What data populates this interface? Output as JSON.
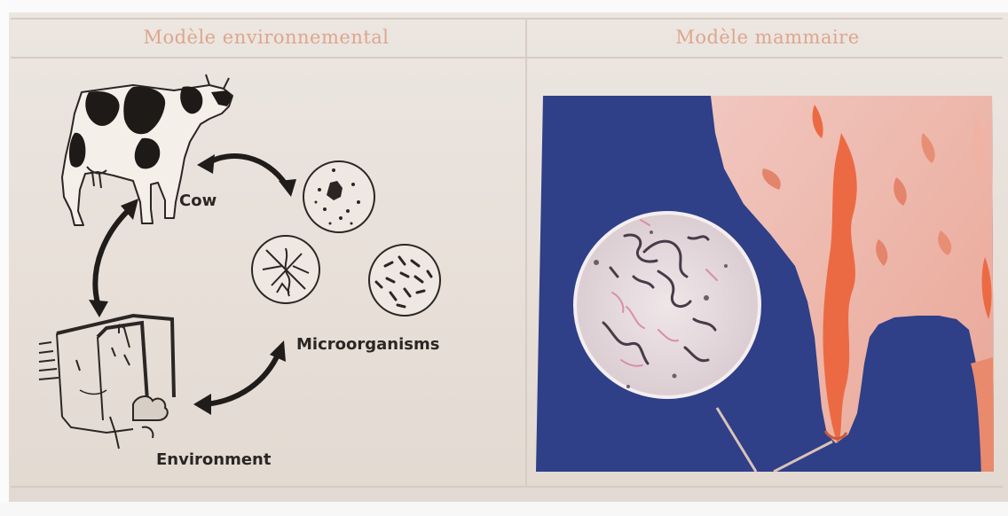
{
  "panels": {
    "left_title": "Modèle environnemental",
    "right_title": "Modèle mammaire"
  },
  "diagram": {
    "cow_label": "Cow",
    "microorganisms_label": "Microorganisms",
    "environment_label": "Environment"
  },
  "colors": {
    "title": "#dda68d",
    "background": "#e6dfd9",
    "photo_background": "#2f3f88",
    "udder_tissue": "#e98a6d",
    "lens_background": "#e7dcde"
  },
  "icons": {
    "cow": "cow-illustration",
    "microbe_clusters": "microbe-circle",
    "environment": "stall-illustration",
    "arrows": "double-headed-arrow"
  }
}
